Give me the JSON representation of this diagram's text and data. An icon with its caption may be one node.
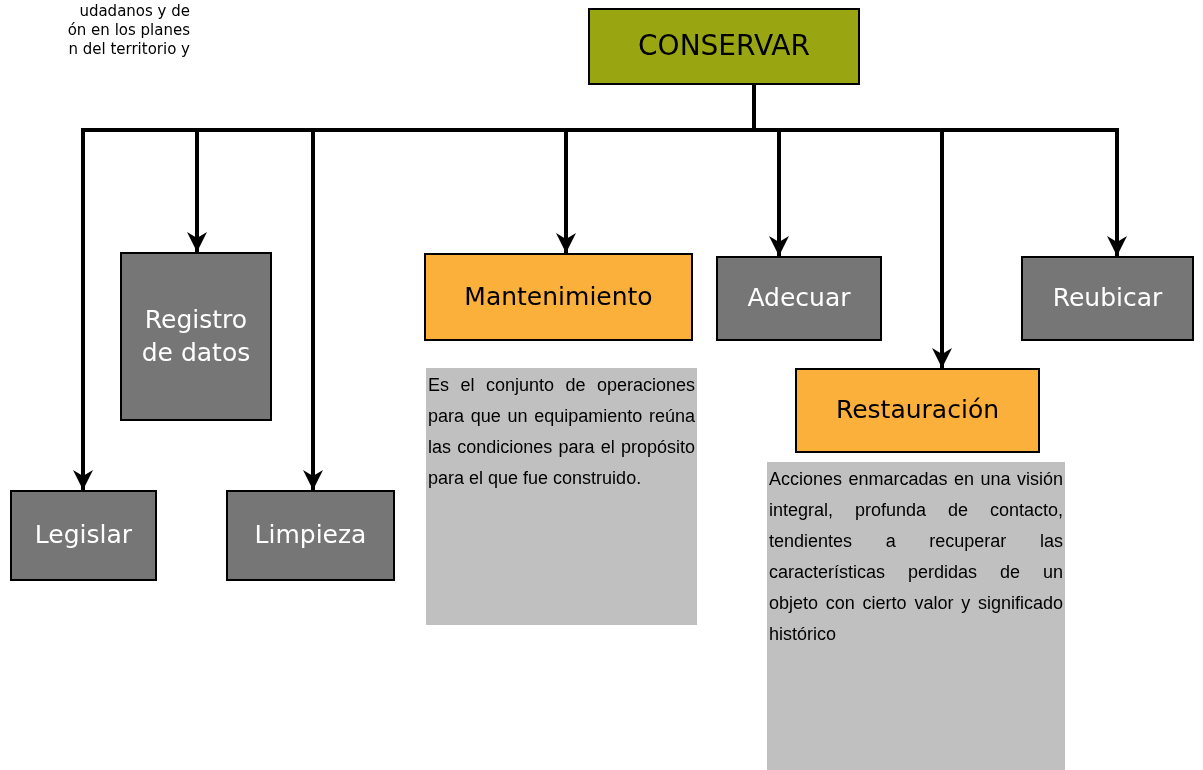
{
  "diagram": {
    "nodes": [
      {
        "text": [
          "CONSERVAR"
        ]
      },
      {
        "text": [
          "Registro de datos"
        ]
      },
      {
        "text": [
          "Mantenimiento"
        ]
      },
      {
        "text": [
          "Adecuar"
        ]
      },
      {
        "text": [
          "Reubicar"
        ]
      },
      {
        "text": [
          "Restauración"
        ]
      },
      {
        "text": [
          "Legislar"
        ]
      },
      {
        "text": [
          "Limpieza"
        ]
      },
      {
        "text": [
          "Es el conjunto de operaciones para que un equipamiento reúna las condiciones para el propósito para el que fue construido."
        ]
      },
      {
        "text": [
          "Acciones enmarcadas en una visión integral, profunda de contacto, tendientes a recuperar las características perdidas de un objeto con cierto valor y significado histórico"
        ]
      }
    ],
    "edges": [
      {
        "from": 0,
        "to": 6,
        "arrow": "to"
      },
      {
        "from": 0,
        "to": 1,
        "arrow": "to"
      },
      {
        "from": 0,
        "to": 7,
        "arrow": "to"
      },
      {
        "from": 0,
        "to": 2,
        "arrow": "to"
      },
      {
        "from": 0,
        "to": 3,
        "arrow": "to"
      },
      {
        "from": 0,
        "to": 5,
        "arrow": "to"
      },
      {
        "from": 0,
        "to": 4,
        "arrow": "to"
      }
    ],
    "labels": [
      "udadanos y de",
      "ón en los planes",
      "n del territorio y"
    ]
  }
}
